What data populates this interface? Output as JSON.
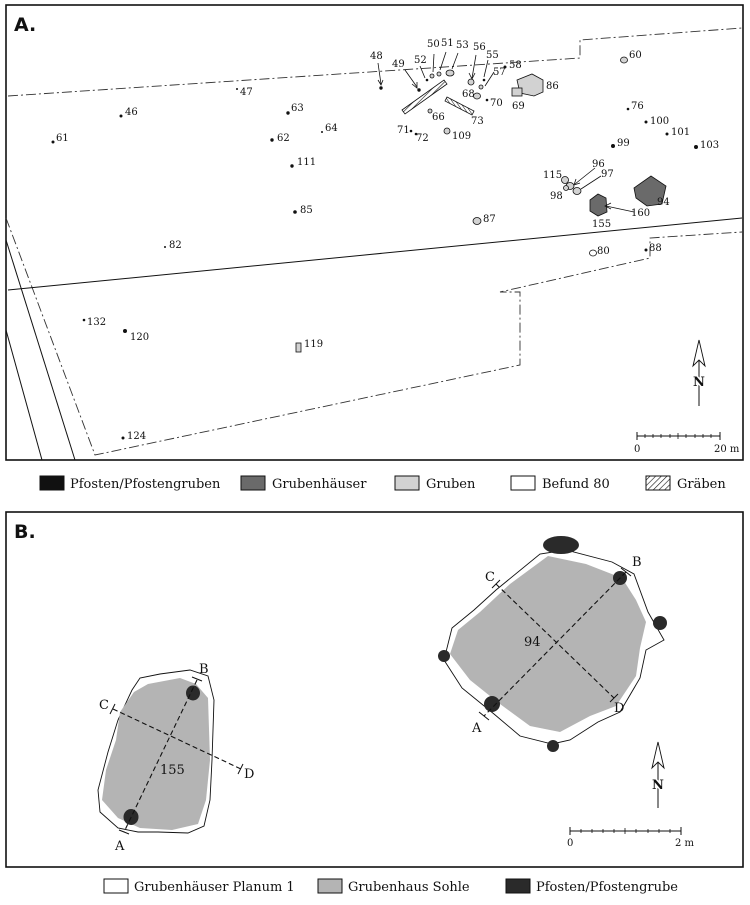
{
  "panel_a": {
    "title": "A.",
    "north": "N",
    "scale": {
      "start": "0",
      "end": "20 m"
    },
    "features": [
      {
        "id": "46",
        "label": "46"
      },
      {
        "id": "47",
        "label": "47"
      },
      {
        "id": "48",
        "label": "48"
      },
      {
        "id": "49",
        "label": "49"
      },
      {
        "id": "50",
        "label": "50"
      },
      {
        "id": "51",
        "label": "51"
      },
      {
        "id": "52",
        "label": "52"
      },
      {
        "id": "53",
        "label": "53"
      },
      {
        "id": "55",
        "label": "55"
      },
      {
        "id": "56",
        "label": "56"
      },
      {
        "id": "57",
        "label": "57"
      },
      {
        "id": "58",
        "label": "58"
      },
      {
        "id": "60",
        "label": "60"
      },
      {
        "id": "61",
        "label": "61"
      },
      {
        "id": "62",
        "label": "62"
      },
      {
        "id": "63",
        "label": "63"
      },
      {
        "id": "64",
        "label": "64"
      },
      {
        "id": "66",
        "label": "66"
      },
      {
        "id": "68",
        "label": "68"
      },
      {
        "id": "69",
        "label": "69"
      },
      {
        "id": "70",
        "label": "70"
      },
      {
        "id": "71",
        "label": "71"
      },
      {
        "id": "72",
        "label": "72"
      },
      {
        "id": "73",
        "label": "73"
      },
      {
        "id": "76",
        "label": "76"
      },
      {
        "id": "80",
        "label": "80"
      },
      {
        "id": "82",
        "label": "82"
      },
      {
        "id": "85",
        "label": "85"
      },
      {
        "id": "86",
        "label": "86"
      },
      {
        "id": "87",
        "label": "87"
      },
      {
        "id": "88",
        "label": "88"
      },
      {
        "id": "94",
        "label": "94"
      },
      {
        "id": "96",
        "label": "96"
      },
      {
        "id": "97",
        "label": "97"
      },
      {
        "id": "98",
        "label": "98"
      },
      {
        "id": "99",
        "label": "99"
      },
      {
        "id": "100",
        "label": "100"
      },
      {
        "id": "101",
        "label": "101"
      },
      {
        "id": "103",
        "label": "103"
      },
      {
        "id": "109",
        "label": "109"
      },
      {
        "id": "111",
        "label": "111"
      },
      {
        "id": "115",
        "label": "115"
      },
      {
        "id": "119",
        "label": "119"
      },
      {
        "id": "120",
        "label": "120"
      },
      {
        "id": "124",
        "label": "124"
      },
      {
        "id": "132",
        "label": "132"
      },
      {
        "id": "155",
        "label": "155"
      },
      {
        "id": "160",
        "label": "160"
      }
    ]
  },
  "legend_a": [
    {
      "label": "Pfosten/Pfostengruben",
      "swatch": "#111111",
      "pattern": "solid"
    },
    {
      "label": "Grubenhäuser",
      "swatch": "#6a6a6a",
      "pattern": "solid"
    },
    {
      "label": "Gruben",
      "swatch": "#d2d2d2",
      "pattern": "solid"
    },
    {
      "label": "Befund 80",
      "swatch": "#ffffff",
      "pattern": "solid"
    },
    {
      "label": "Gräben",
      "swatch": "#ffffff",
      "pattern": "hatch"
    }
  ],
  "panel_b": {
    "title": "B.",
    "north": "N",
    "scale": {
      "start": "0",
      "end": "2 m"
    },
    "house_155": {
      "number": "155",
      "section_labels": [
        "A",
        "B",
        "C",
        "D"
      ]
    },
    "house_94": {
      "number": "94",
      "section_labels": [
        "A",
        "B",
        "C",
        "D"
      ]
    }
  },
  "legend_b": [
    {
      "label": "Grubenhäuser Planum 1",
      "swatch": "#ffffff"
    },
    {
      "label": "Grubenhaus Sohle",
      "swatch": "#b4b4b4"
    },
    {
      "label": "Pfosten/Pfostengrube",
      "swatch": "#2a2a2a"
    }
  ],
  "colors": {
    "posthole": "#111111",
    "pit_house": "#6a6a6a",
    "pit": "#d2d2d2",
    "floor": "#b4b4b4",
    "post_b": "#2a2a2a",
    "line": "#111111"
  }
}
